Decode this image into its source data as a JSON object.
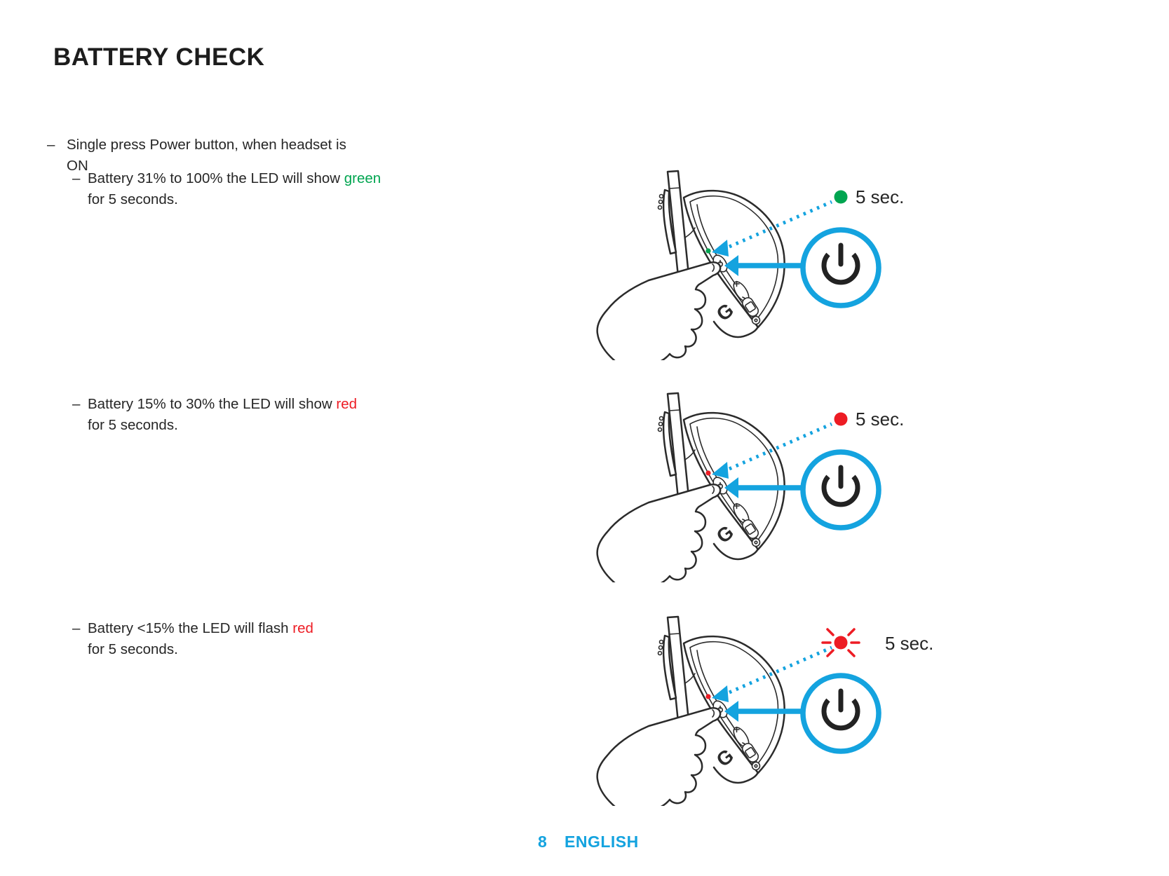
{
  "title": "BATTERY CHECK",
  "accent_color": "#14A3DF",
  "ink_color": "#262626",
  "bullets": {
    "dash": "–",
    "main": "Single press Power button, when headset is ON",
    "items": [
      {
        "prefix": "Battery 31% to 100% the LED will show ",
        "highlight": "green",
        "highlight_color": "#00A550",
        "line2": "for 5 seconds."
      },
      {
        "prefix": "Battery 15% to 30% the LED will show ",
        "highlight": "red",
        "highlight_color": "#ED1C24",
        "line2": "for 5 seconds."
      },
      {
        "prefix": "Battery <15% the LED will flash ",
        "highlight": "red",
        "highlight_color": "#ED1C24",
        "line2": "for 5 seconds."
      }
    ]
  },
  "figures": [
    {
      "led_color": "#00A550",
      "led_state": "solid",
      "duration_label": "5 sec."
    },
    {
      "led_color": "#ED1C24",
      "led_state": "solid",
      "duration_label": "5 sec."
    },
    {
      "led_color": "#ED1C24",
      "led_state": "flashing",
      "duration_label": "5 sec."
    }
  ],
  "footer": {
    "page_number": "8",
    "language": "ENGLISH"
  }
}
